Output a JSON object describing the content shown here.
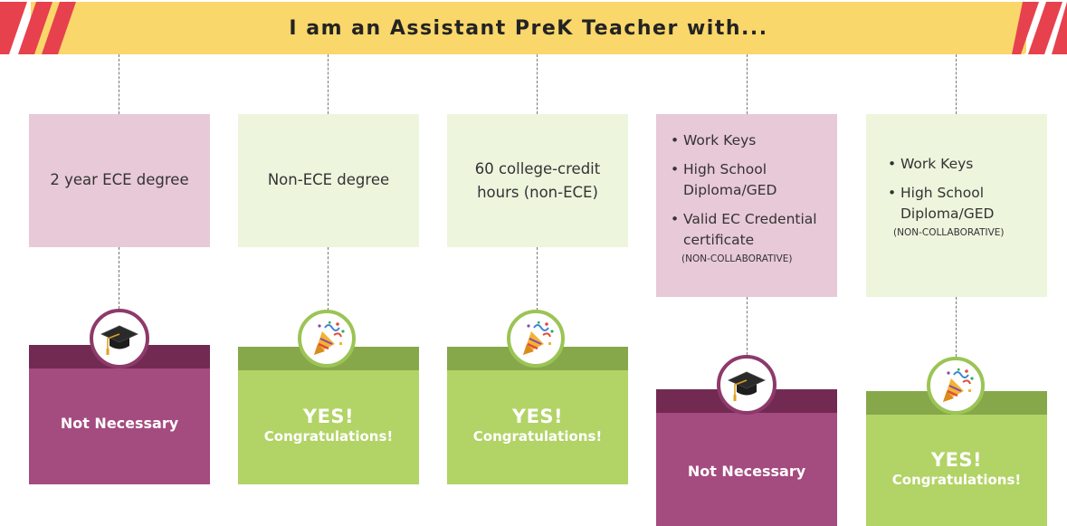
{
  "header": {
    "title": "I am an Assistant PreK Teacher with..."
  },
  "columns": [
    {
      "option_text": "2 year ECE degree",
      "icon": "graduation-cap-icon",
      "result": "Not Necessary"
    },
    {
      "option_text": "Non-ECE degree",
      "icon": "party-popper-icon",
      "result_main": "YES!",
      "result_sub": "Congratulations!"
    },
    {
      "option_text": "60 college-credit hours (non-ECE)",
      "icon": "party-popper-icon",
      "result_main": "YES!",
      "result_sub": "Congratulations!"
    },
    {
      "bullets": [
        "Work Keys",
        "High School Diploma/GED",
        "Valid EC Credential certificate"
      ],
      "note": "(NON-COLLABORATIVE)",
      "icon": "graduation-cap-icon",
      "result": "Not Necessary"
    },
    {
      "bullets": [
        "Work Keys",
        "High School Diploma/GED"
      ],
      "note": "(NON-COLLABORATIVE)",
      "icon": "party-popper-icon",
      "result_main": "YES!",
      "result_sub": "Congratulations!"
    }
  ],
  "colors": {
    "banner": "#f9d76a",
    "stripes": "#e7414e",
    "option_pink": "#e8c9d7",
    "option_green": "#edf5dd",
    "result_magenta": "#a44b7f",
    "result_magenta_band": "#722a52",
    "result_lime": "#b2d366",
    "result_lime_band": "#86a84a"
  }
}
